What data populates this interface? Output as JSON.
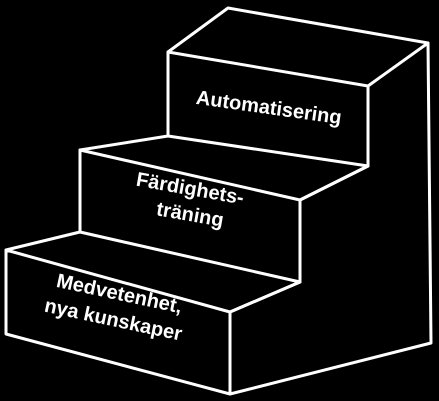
{
  "diagram": {
    "style": {
      "background": "#000000",
      "line_color": "#ffffff",
      "text_color": "#ffffff"
    },
    "steps": [
      {
        "level": 1,
        "lines": [
          "Medvetenhet,",
          "nya kunskaper"
        ]
      },
      {
        "level": 2,
        "lines": [
          "Färdighets-",
          "träning"
        ]
      },
      {
        "level": 3,
        "lines": [
          "Automatisering"
        ]
      }
    ]
  }
}
